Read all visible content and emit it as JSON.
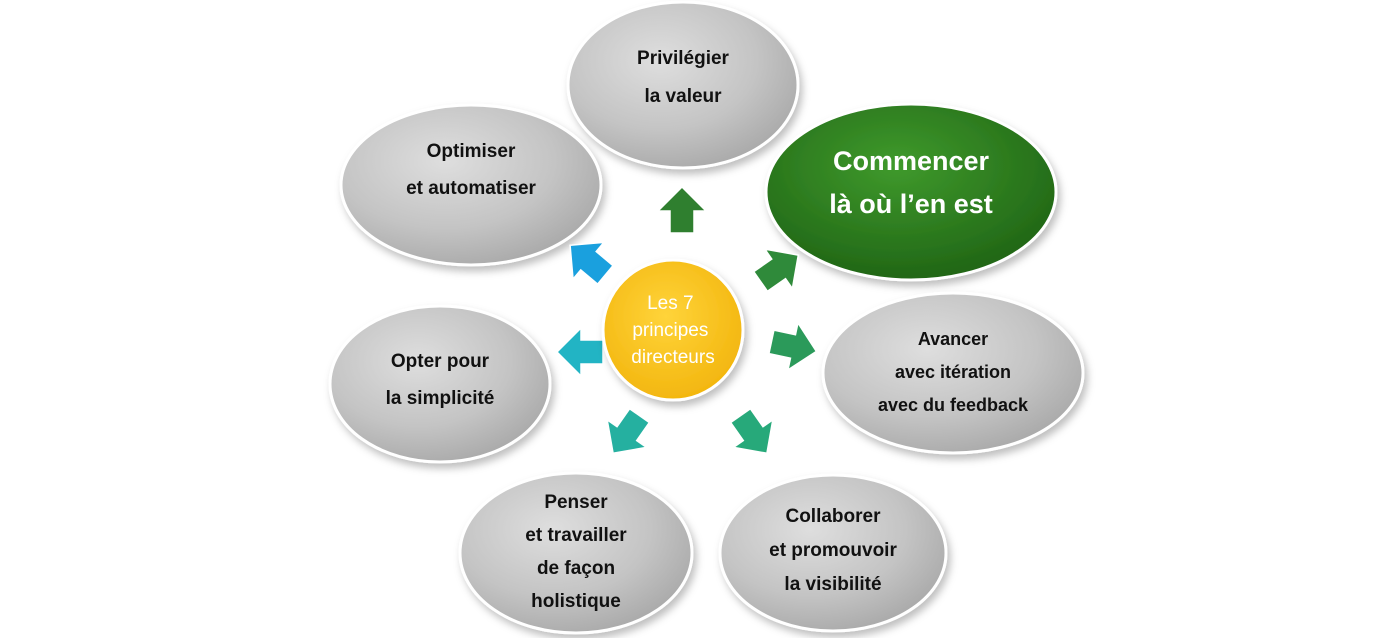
{
  "center": {
    "lines": [
      "Les 7",
      "principes",
      "directeurs"
    ]
  },
  "principles": [
    {
      "id": "valeur",
      "lines": [
        "Privilégier",
        "la valeur"
      ]
    },
    {
      "id": "commencer",
      "lines": [
        "Commencer",
        "là où l’en  est"
      ],
      "highlighted": true
    },
    {
      "id": "avancer",
      "lines": [
        "Avancer",
        "avec itération",
        "avec du feedback"
      ]
    },
    {
      "id": "collaborer",
      "lines": [
        "Collaborer",
        "et promouvoir",
        "la visibilité"
      ]
    },
    {
      "id": "penser",
      "lines": [
        "Penser",
        "et travailler",
        "de façon",
        "holistique"
      ]
    },
    {
      "id": "simplicite",
      "lines": [
        "Opter pour",
        "la simplicité"
      ]
    },
    {
      "id": "optimiser",
      "lines": [
        "Optimiser",
        "et automatiser"
      ]
    }
  ],
  "colors": {
    "ellipse_gray": "#bdbdbd",
    "highlight_green": "#2e7d1f",
    "center_yellow": "#f7c31a",
    "arrow_dark_green": "#2f7f2f",
    "arrow_teal": "#25a98a",
    "arrow_blue": "#1aa0de"
  },
  "arrow_icons": [
    "arrow-up-icon",
    "arrow-upper-right-icon",
    "arrow-right-icon",
    "arrow-lower-right-icon",
    "arrow-lower-left-icon",
    "arrow-left-icon",
    "arrow-upper-left-icon"
  ]
}
